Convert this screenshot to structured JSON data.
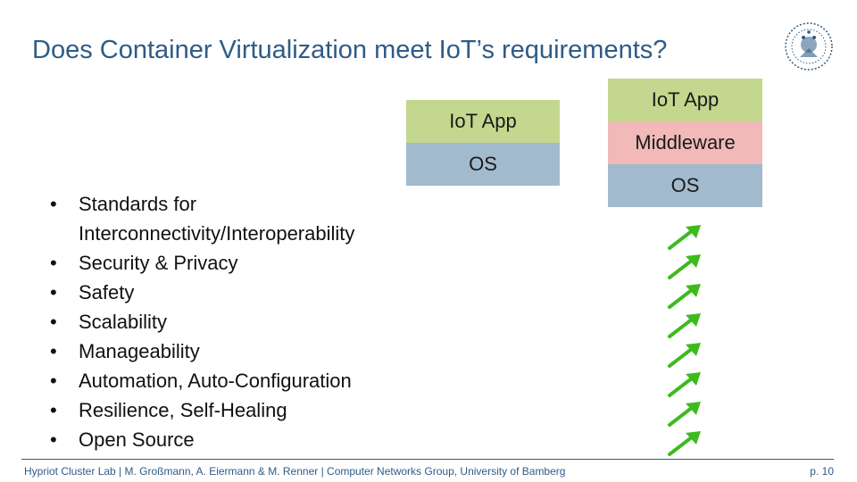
{
  "slide": {
    "title": "Does Container Virtualization meet IoT’s requirements?",
    "stack_left": [
      "IoT App",
      "OS"
    ],
    "stack_right": [
      "IoT App",
      "Middleware",
      "OS"
    ],
    "requirements": [
      {
        "line1": "Standards for",
        "line2": "Interconnectivity/Interoperability"
      },
      {
        "line1": "Security & Privacy"
      },
      {
        "line1": "Safety"
      },
      {
        "line1": "Scalability"
      },
      {
        "line1": "Manageability"
      },
      {
        "line1": "Automation, Auto-Configuration"
      },
      {
        "line1": "Resilience, Self-Healing"
      },
      {
        "line1": "Open Source"
      }
    ],
    "bullet": "•",
    "check_count": 8,
    "check_icon": "green-up-right-arrow-icon",
    "logo_icon": "university-seal-icon"
  },
  "footer": {
    "text": "Hypriot Cluster Lab | M. Großmann, A. Eiermann & M. Renner | Computer Networks Group, University of Bamberg",
    "page": "p. 10"
  },
  "colors": {
    "title": "#2f5b87",
    "layer_app": "#c3d88e",
    "layer_middleware": "#f2b9b9",
    "layer_os": "#a2bace",
    "arrow": "#3dbb1d"
  }
}
